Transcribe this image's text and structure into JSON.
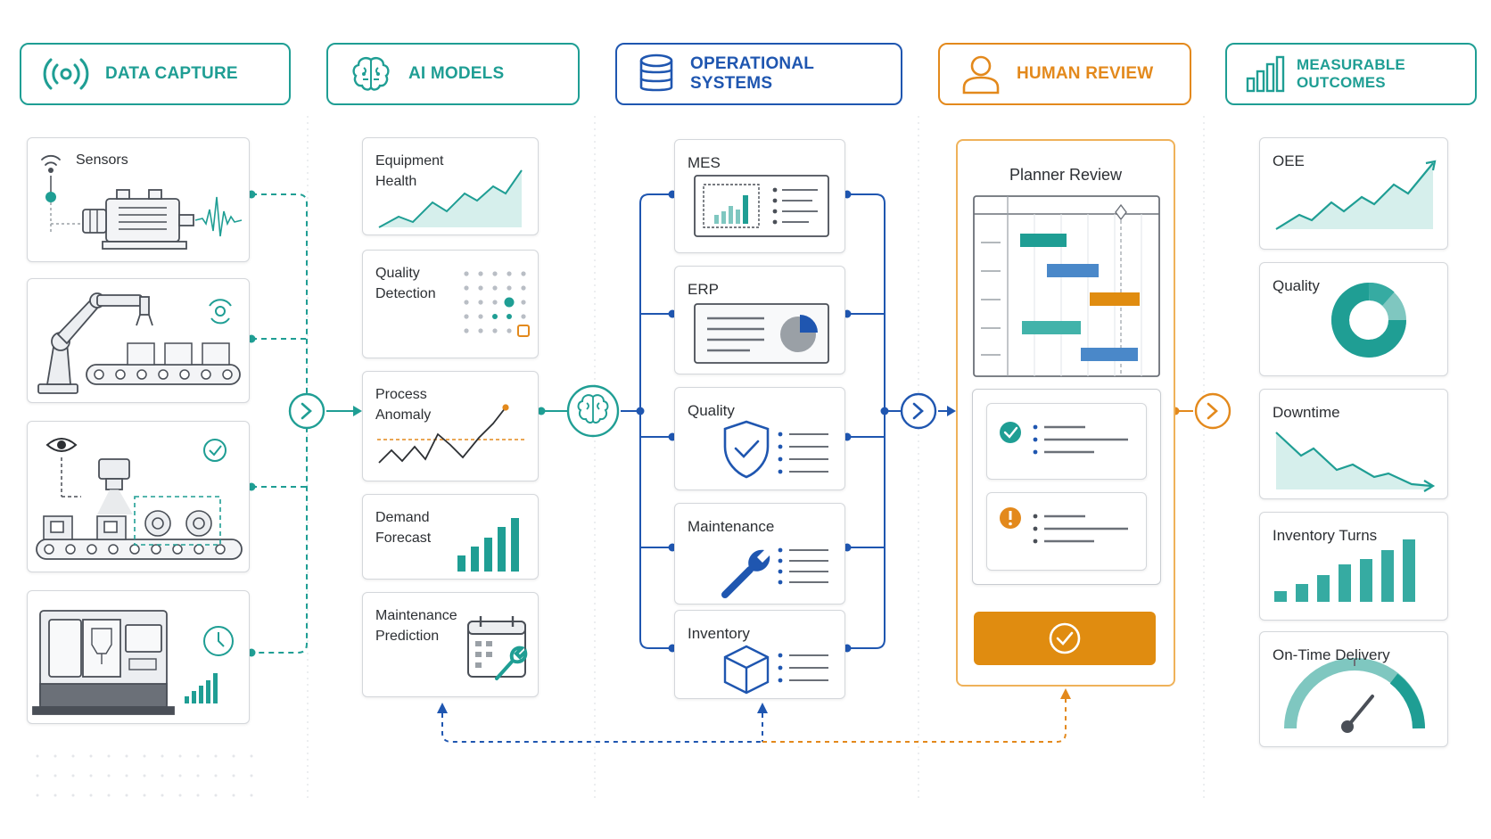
{
  "headers": {
    "data_capture": "DATA CAPTURE",
    "ai_models": "AI MODELS",
    "operational_systems": "OPERATIONAL SYSTEMS",
    "human_review": "HUMAN REVIEW",
    "measurable_outcomes": "MEASURABLE OUTCOMES"
  },
  "data_capture": {
    "sensors_label": "Sensors"
  },
  "ai_models": [
    "Equipment\nHealth",
    "Quality\nDetection",
    "Process\nAnomaly",
    "Demand\nForecast",
    "Maintenance\nPrediction"
  ],
  "operational_systems": [
    "MES",
    "ERP",
    "Quality",
    "Maintenance",
    "Inventory"
  ],
  "human_review": {
    "title": "Planner Review"
  },
  "outcomes": [
    "OEE",
    "Quality",
    "Downtime",
    "Inventory Turns",
    "On-Time Delivery"
  ],
  "colors": {
    "teal": "#1f9e94",
    "blue": "#1f56b0",
    "orange": "#e3891c",
    "gray": "#6b7078"
  },
  "icons": {
    "data_capture": "signal-icon",
    "ai_models": "brain-icon",
    "operational_systems": "database-icon",
    "human_review": "user-icon",
    "measurable_outcomes": "bar-chart-icon"
  }
}
